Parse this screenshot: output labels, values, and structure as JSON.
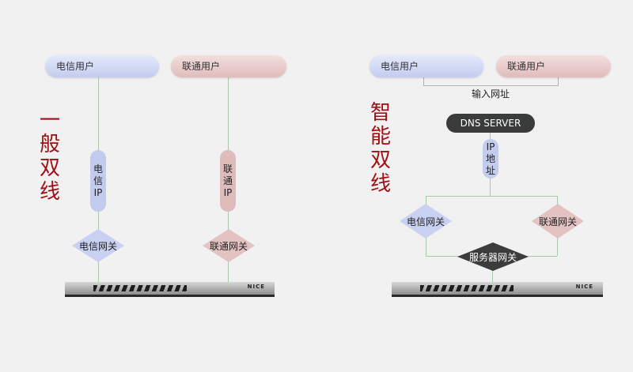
{
  "left": {
    "title": [
      "一",
      "般",
      "双",
      "线"
    ],
    "telecom_user": "电信用户",
    "unicom_user": "联通用户",
    "telecom_ip": [
      "电",
      "信",
      "IP"
    ],
    "unicom_ip": [
      "联",
      "通",
      "IP"
    ],
    "telecom_gateway": "电信网关",
    "unicom_gateway": "联通网关",
    "switch_brand": "NICE"
  },
  "right": {
    "title": [
      "智",
      "能",
      "双",
      "线"
    ],
    "telecom_user": "电信用户",
    "unicom_user": "联通用户",
    "input_url": "输入网址",
    "dns_server": "DNS SERVER",
    "ip_address": [
      "IP",
      "地",
      "址"
    ],
    "telecom_gateway": "电信网关",
    "unicom_gateway": "联通网关",
    "server_gateway": "服务器网关",
    "switch_brand": "NICE"
  },
  "colors": {
    "title_red": "#a10f14",
    "telecom_blue": "#c3ccef",
    "unicom_pink": "#dfbcbc",
    "dark_node": "#393c3a",
    "connector_green": "#a9c8a9"
  }
}
